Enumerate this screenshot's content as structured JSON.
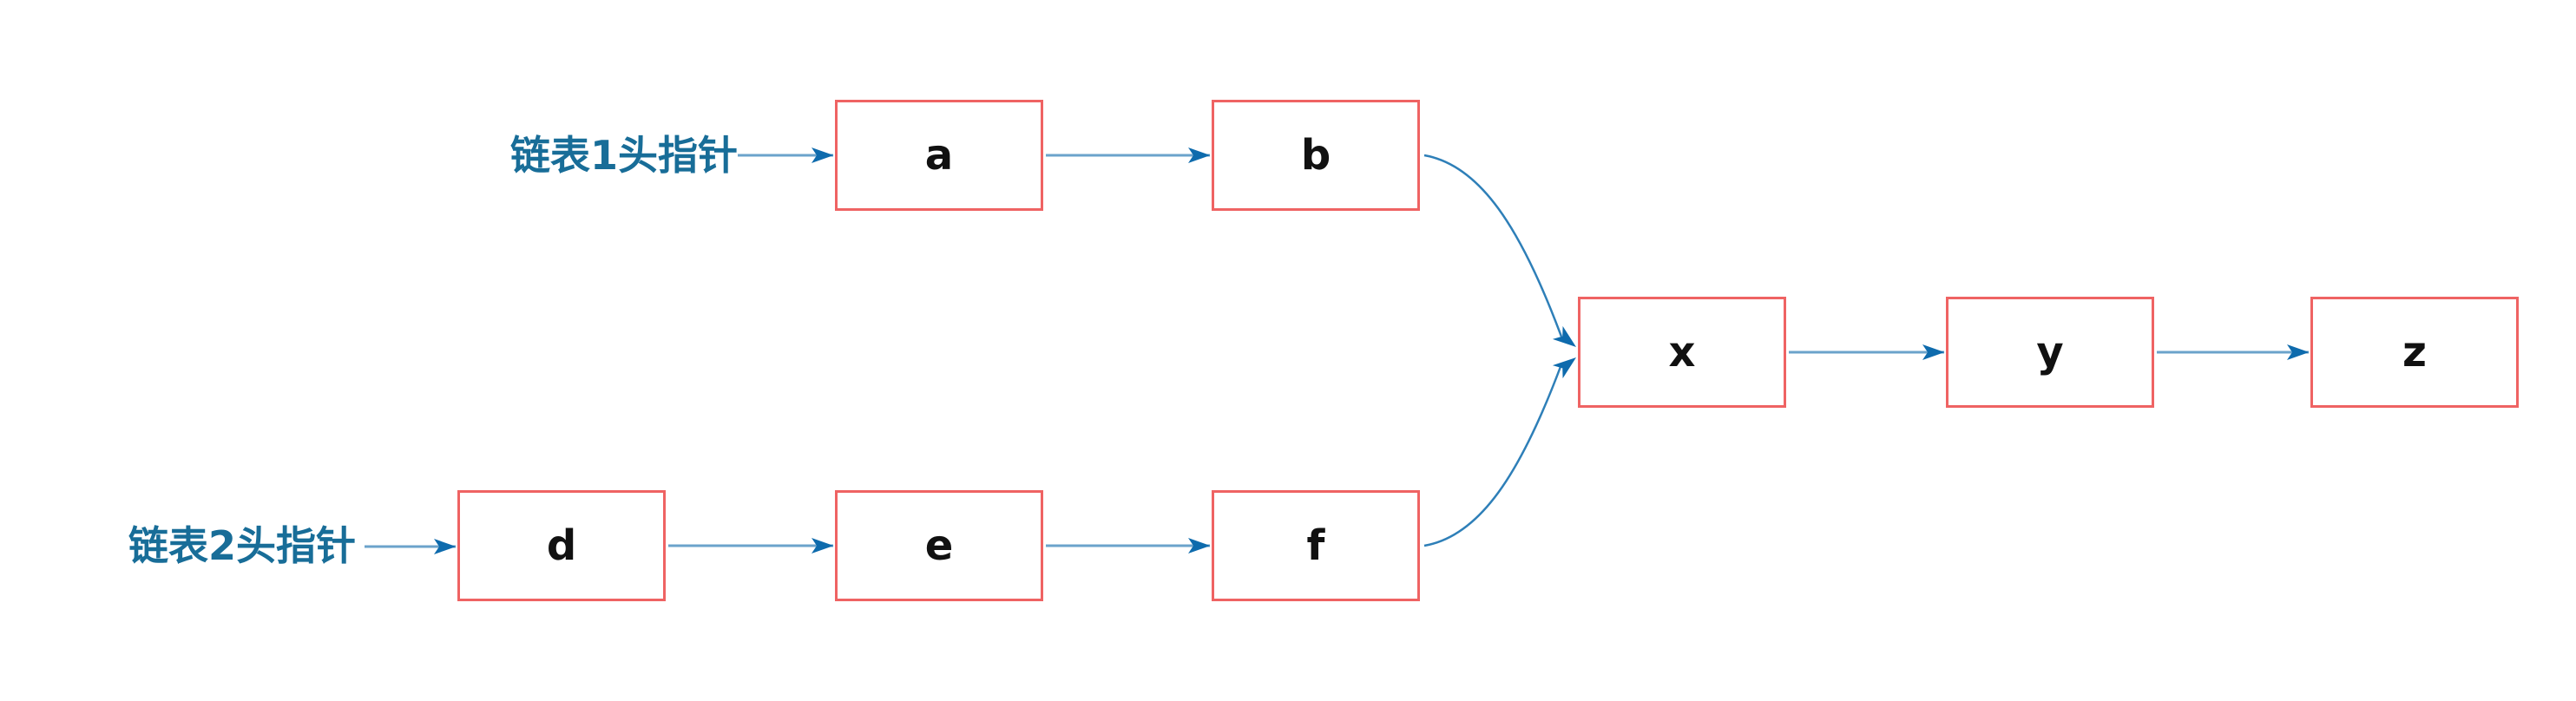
{
  "diagram": {
    "type": "linked-list-merge-diagram",
    "background": "#ffffff",
    "colors": {
      "node_border": "#ef6363",
      "node_fill": "#ffffff",
      "node_text": "#111111",
      "connector_line": "#6ba3cb",
      "arrowhead": "#0e6bad",
      "pointer_label_text": "#186d98"
    },
    "pointer_labels": [
      {
        "id": "list1-head-pointer",
        "text": "链表1头指针"
      },
      {
        "id": "list2-head-pointer",
        "text": "链表2头指针"
      }
    ],
    "nodes": [
      {
        "id": "a",
        "label": "a"
      },
      {
        "id": "b",
        "label": "b"
      },
      {
        "id": "d",
        "label": "d"
      },
      {
        "id": "e",
        "label": "e"
      },
      {
        "id": "f",
        "label": "f"
      },
      {
        "id": "x",
        "label": "x"
      },
      {
        "id": "y",
        "label": "y"
      },
      {
        "id": "z",
        "label": "z"
      }
    ],
    "edges": [
      {
        "from": "链表1头指针",
        "to": "a",
        "style": "straight-arrow"
      },
      {
        "from": "a",
        "to": "b",
        "style": "straight-arrow"
      },
      {
        "from": "b",
        "to": "x",
        "style": "curved-arrow"
      },
      {
        "from": "链表2头指针",
        "to": "d",
        "style": "straight-arrow"
      },
      {
        "from": "d",
        "to": "e",
        "style": "straight-arrow"
      },
      {
        "from": "e",
        "to": "f",
        "style": "straight-arrow"
      },
      {
        "from": "f",
        "to": "x",
        "style": "curved-arrow"
      },
      {
        "from": "x",
        "to": "y",
        "style": "straight-arrow"
      },
      {
        "from": "y",
        "to": "z",
        "style": "straight-arrow"
      }
    ]
  }
}
